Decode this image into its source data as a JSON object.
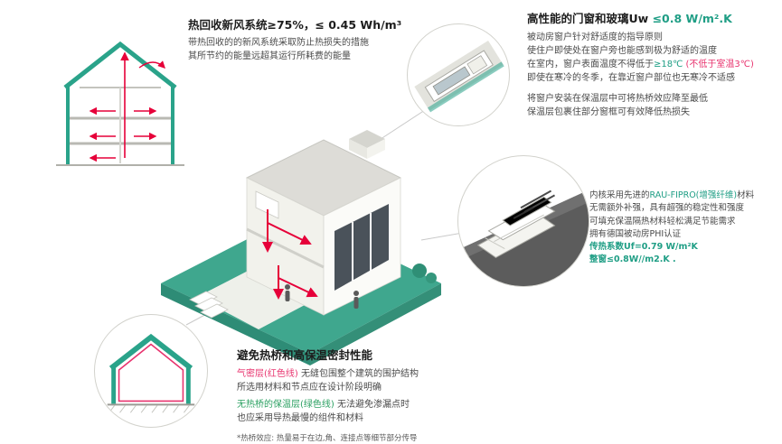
{
  "colors": {
    "teal_accent": "#1f9e85",
    "green_ground": "#3fa78e",
    "magenta_airtight": "#e8336e",
    "red_duct": "#e60039",
    "text_dark": "#1d1d1d"
  },
  "hrv": {
    "title": "热回收新风系统≥75%，≤ 0.45 Wh/m³",
    "line1": "带热回收的的新风系统采取防止热损失的措施",
    "line2": "其所节约的能量远超其运行所耗费的能量"
  },
  "windows": {
    "title_black": "高性能的门窗和玻璃Uw ",
    "title_teal": "≤0.8 W/m².K",
    "line1": "被动房窗户针对舒适度的指导原则",
    "line2": "使住户即使处在窗户旁也能感到极为舒适的温度",
    "line3_prefix": "在室内，窗户表面温度不得低于",
    "line3_teal": "≥18℃ ",
    "line3_red": "(不低于室温3℃)",
    "line4": "即使在寒冷的冬季，在靠近窗户部位也无寒冷不适感",
    "line5": "将窗户安装在保温层中可将热桥效应降至最低",
    "line6": "保温层包裹住部分窗框可有效降低热损失"
  },
  "profile": {
    "line1_prefix": "内核采用先进的",
    "line1_teal": "RAU-FIPRO(增强纤维)",
    "line1_suffix": "材料",
    "line2": "无需额外补强，具有超强的稳定性和强度",
    "line3": "可填充保温隔热材料轻松满足节能需求",
    "line4": "拥有德国被动房PHI认证",
    "uf_value": "传热系数Uf=0.79 W/m²K",
    "uw_value": "整窗≤0.8W//m2.K ."
  },
  "thermal": {
    "title": "避免热桥和高保温密封性能",
    "l1_label": "气密层(红色线)",
    "l1_text": " 无缝包围整个建筑的围护结构",
    "l2": "所选用材料和节点应在设计阶段明确",
    "l3_label": "无热桥的保温层(绿色线)",
    "l3_text": " 无法避免渗漏点时",
    "l4": "也应采用导热最慢的组件和材料",
    "note": "*热桥效应: 热量易于在边,角、连接点等细节部分传导"
  }
}
